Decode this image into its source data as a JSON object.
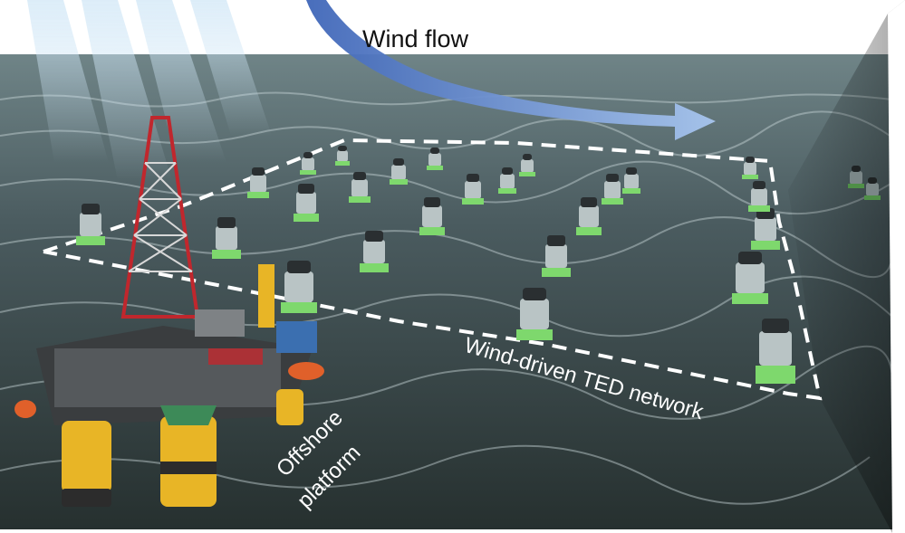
{
  "labels": {
    "wind_flow": "Wind flow",
    "ted_network": "Wind-driven TED network",
    "platform_line1": "Offshore",
    "platform_line2": "platform"
  },
  "colors": {
    "sky": "#ffffff",
    "sea_dark": "#2c3a3e",
    "sea_light": "#8fa6aa",
    "arrow": "#8fb2e6",
    "ted_base": "#6fd06a",
    "platform_yellow": "#e8b526",
    "derrick_red": "#c0272d"
  }
}
